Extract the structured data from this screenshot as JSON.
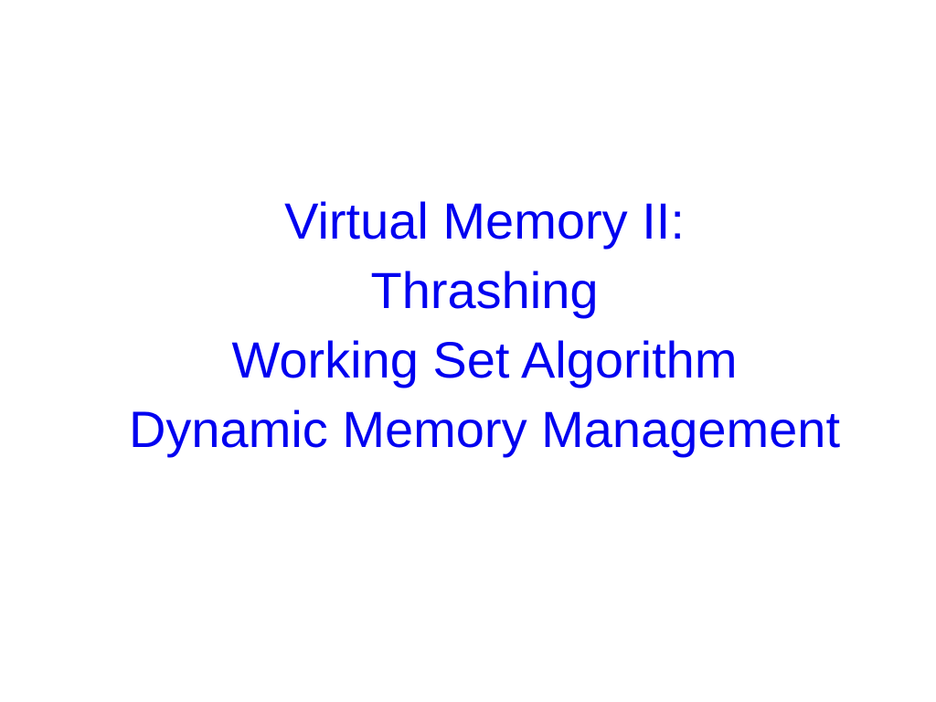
{
  "slide": {
    "title_lines": [
      "Virtual Memory II:",
      "Thrashing",
      "Working Set Algorithm",
      "Dynamic Memory Management"
    ],
    "title_color": "#0000f0",
    "background_color": "#ffffff"
  }
}
